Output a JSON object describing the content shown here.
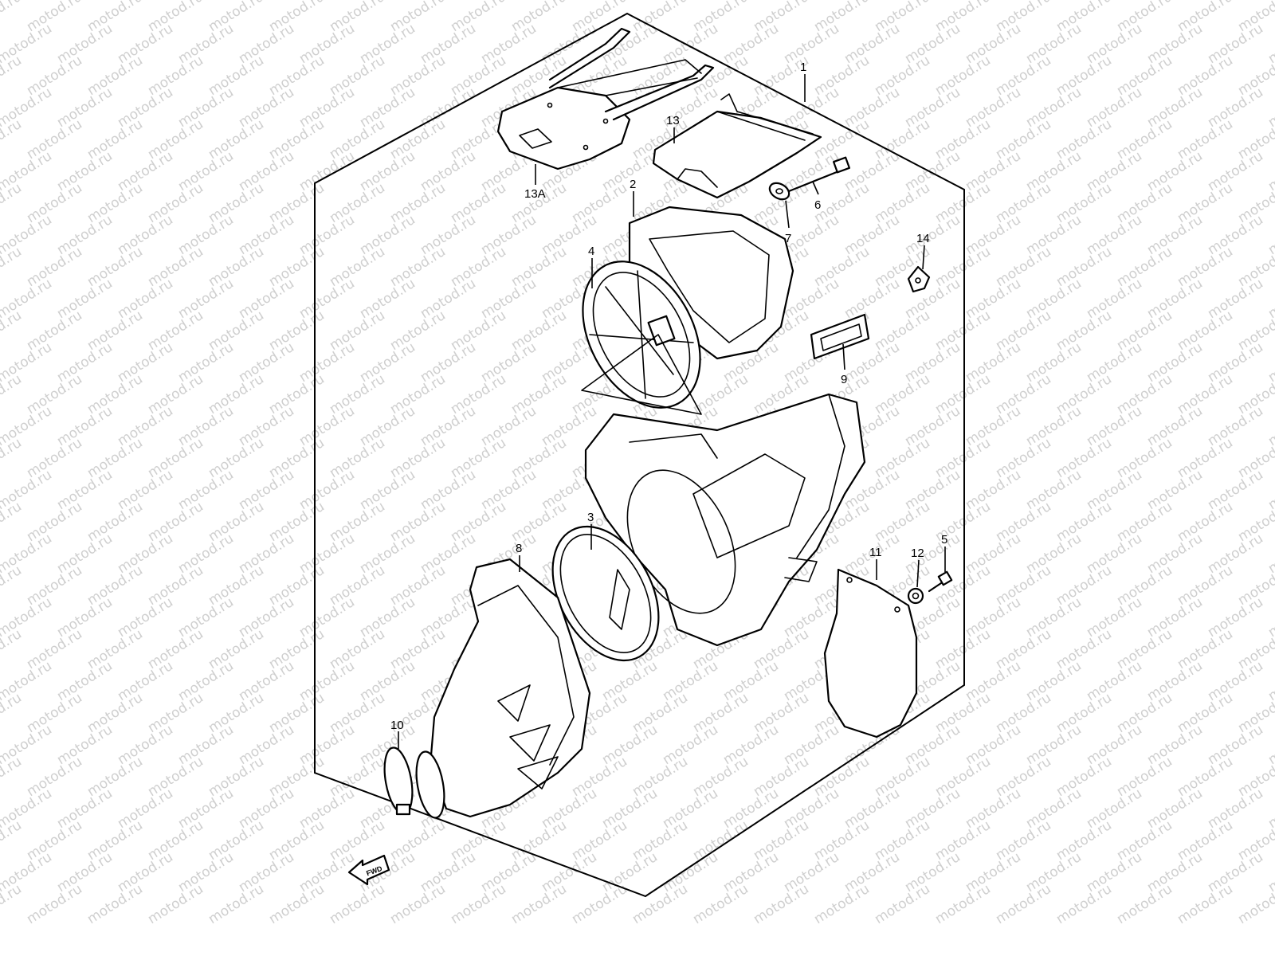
{
  "watermark": "motod.ru",
  "fwd_label": "FWD",
  "callouts": [
    {
      "id": "1",
      "label": "1"
    },
    {
      "id": "2",
      "label": "2"
    },
    {
      "id": "3",
      "label": "3"
    },
    {
      "id": "4",
      "label": "4"
    },
    {
      "id": "5",
      "label": "5"
    },
    {
      "id": "6",
      "label": "6"
    },
    {
      "id": "7",
      "label": "7"
    },
    {
      "id": "8",
      "label": "8"
    },
    {
      "id": "9",
      "label": "9"
    },
    {
      "id": "10",
      "label": "10"
    },
    {
      "id": "11",
      "label": "11"
    },
    {
      "id": "12",
      "label": "12"
    },
    {
      "id": "13",
      "label": "13"
    },
    {
      "id": "13A",
      "label": "13A"
    },
    {
      "id": "14",
      "label": "14"
    }
  ],
  "colors": {
    "line": "#000000",
    "background": "#ffffff",
    "watermark": "#cfcfcf"
  }
}
